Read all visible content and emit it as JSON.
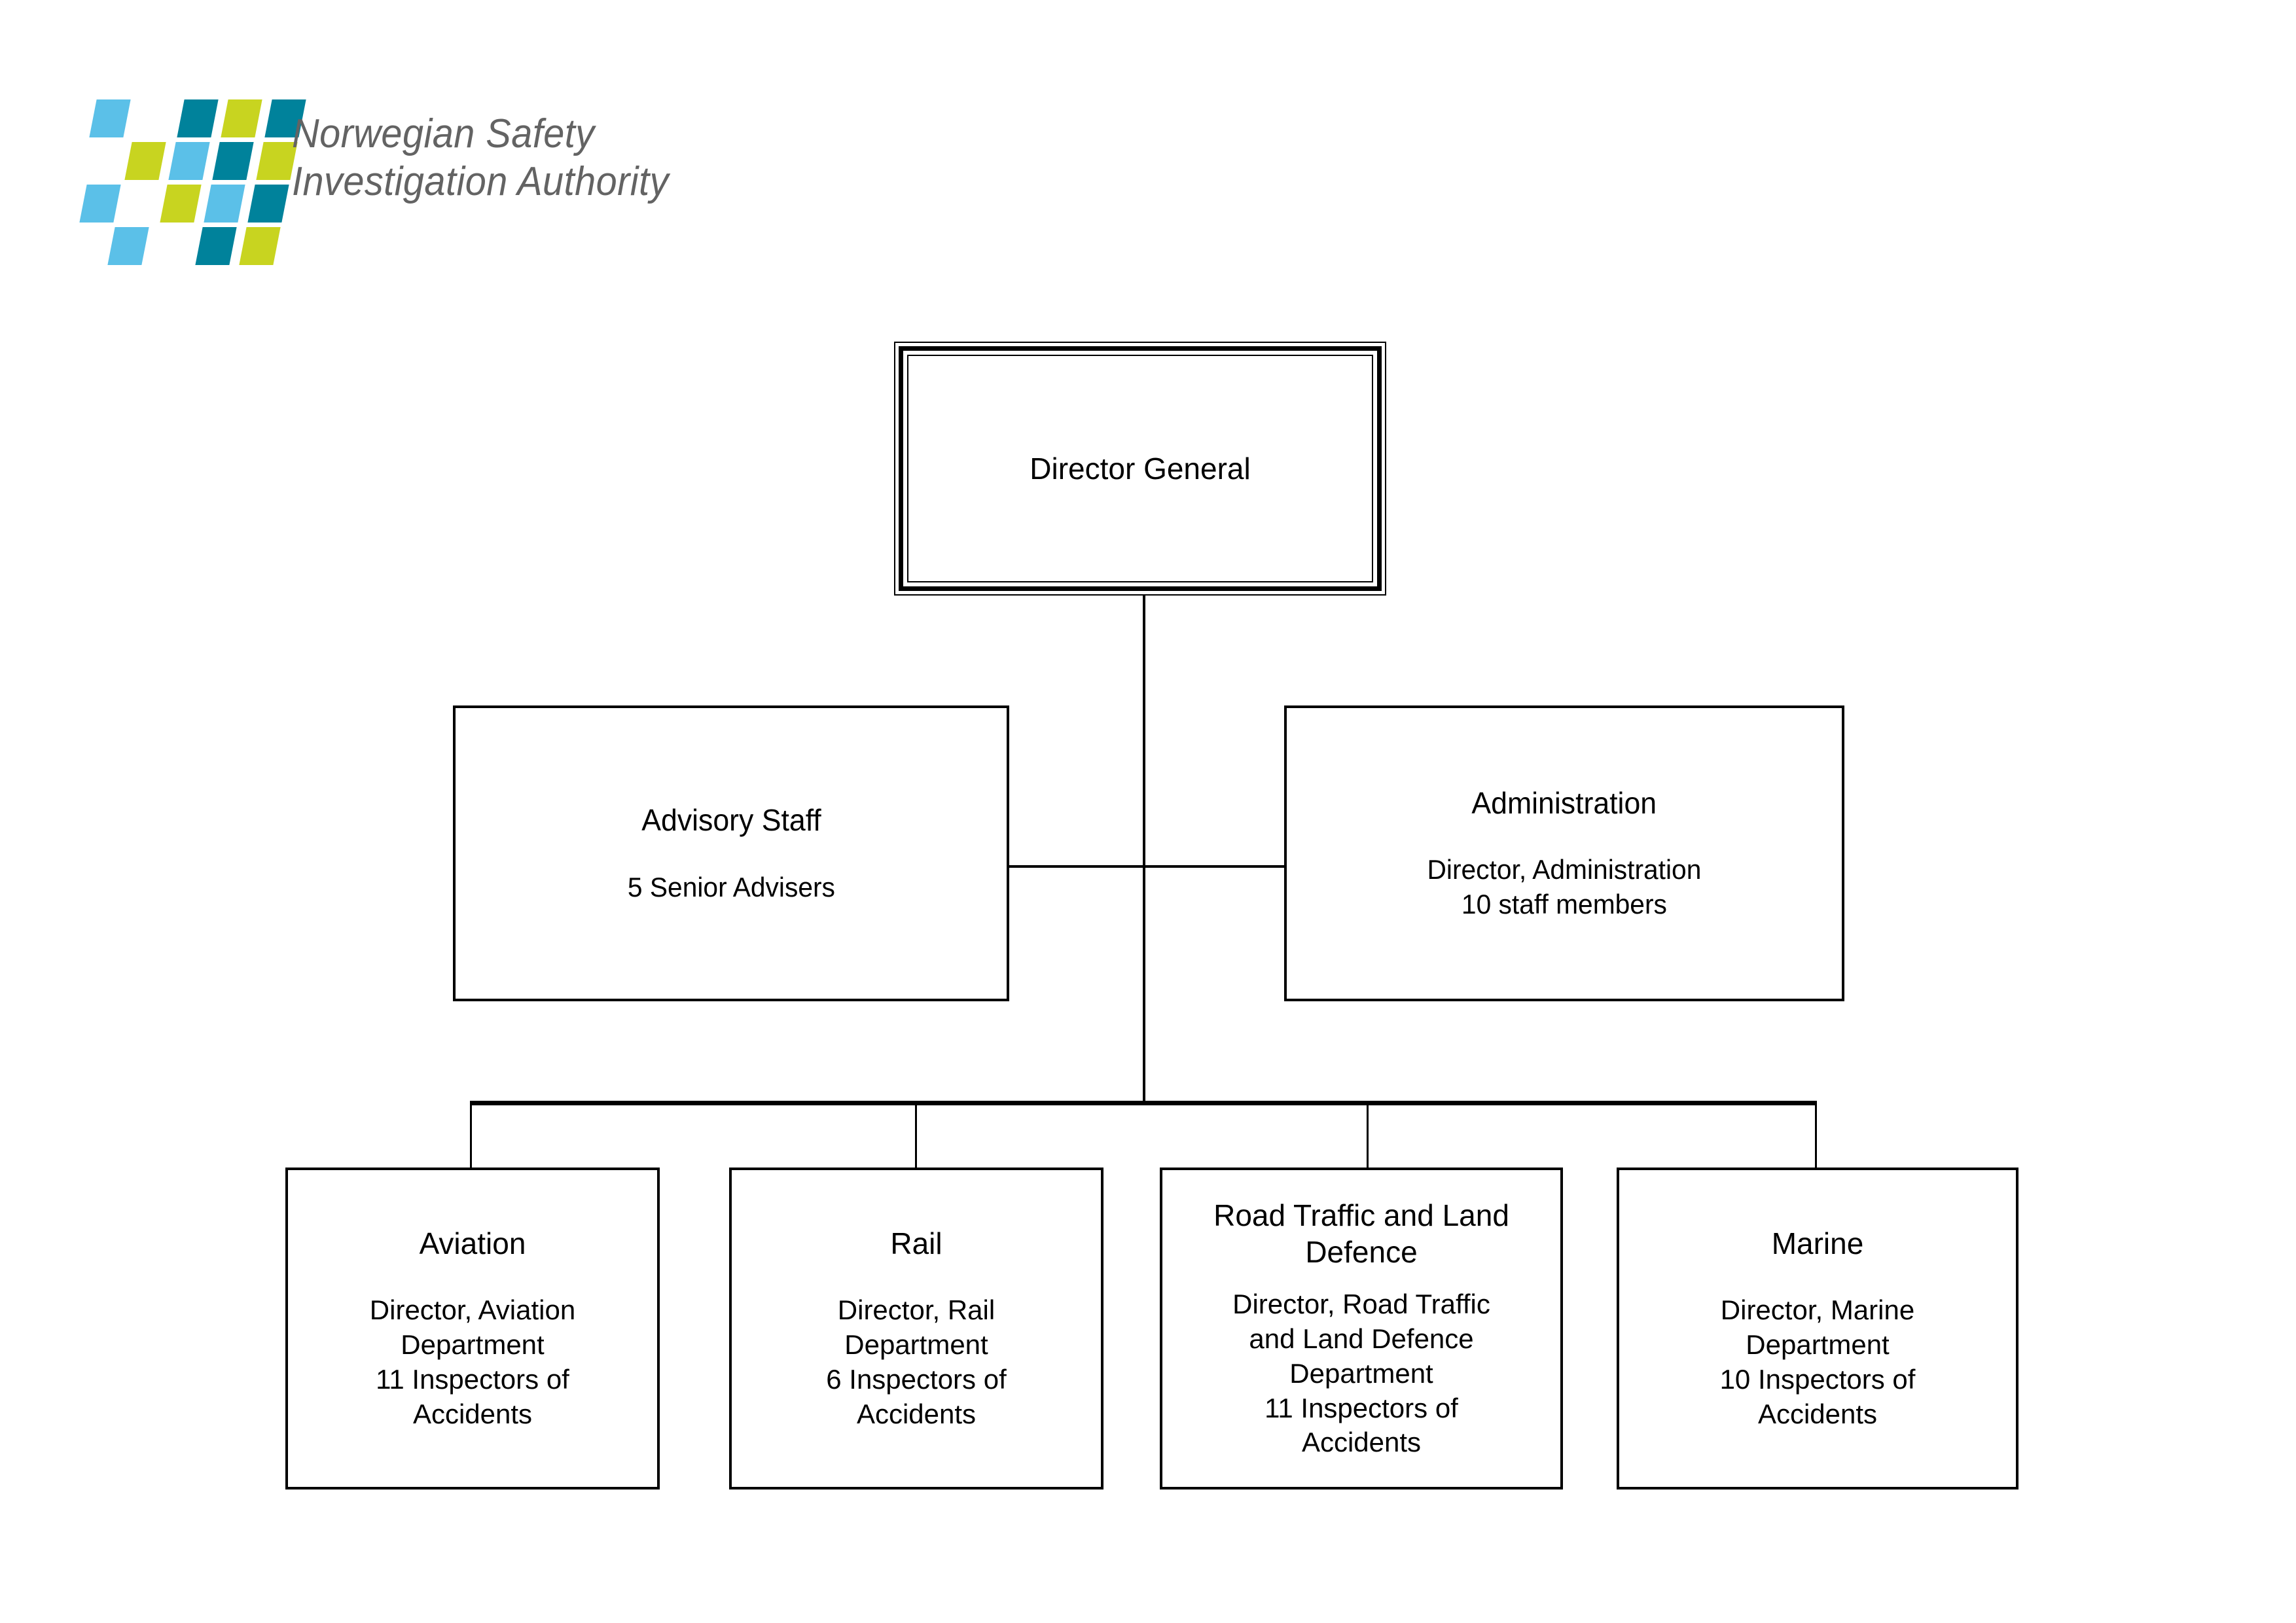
{
  "document": {
    "kind": "organisation-chart",
    "background_color": "#ffffff"
  },
  "logo": {
    "wordmark_line1": "Norwegian Safety",
    "wordmark_line2": "Investigation Authority",
    "wordmark_color": "#636363",
    "colors": {
      "light_blue": "#5BC0E8",
      "lime": "#C8D420",
      "teal": "#00829B"
    },
    "tiles": [
      {
        "row": 0,
        "col": 0,
        "color": "#5BC0E8"
      },
      {
        "row": 0,
        "col": 2,
        "color": "#00829B"
      },
      {
        "row": 0,
        "col": 3,
        "color": "#C8D420"
      },
      {
        "row": 0,
        "col": 4,
        "color": "#00829B"
      },
      {
        "row": 1,
        "col": 1,
        "color": "#C8D420"
      },
      {
        "row": 1,
        "col": 2,
        "color": "#5BC0E8"
      },
      {
        "row": 1,
        "col": 3,
        "color": "#00829B"
      },
      {
        "row": 1,
        "col": 4,
        "color": "#C8D420"
      },
      {
        "row": 2,
        "col": 0,
        "color": "#5BC0E8"
      },
      {
        "row": 2,
        "col": 2,
        "color": "#C8D420"
      },
      {
        "row": 2,
        "col": 3,
        "color": "#5BC0E8"
      },
      {
        "row": 2,
        "col": 4,
        "color": "#00829B"
      },
      {
        "row": 3,
        "col": 1,
        "color": "#5BC0E8"
      },
      {
        "row": 3,
        "col": 3,
        "color": "#00829B"
      },
      {
        "row": 3,
        "col": 4,
        "color": "#C8D420"
      }
    ]
  },
  "chart_data": {
    "type": "org-chart",
    "title": "",
    "root": {
      "id": "director-general",
      "title": "Director General",
      "body": ""
    },
    "staff_nodes": [
      {
        "id": "advisory-staff",
        "title": "Advisory Staff",
        "body": "5 Senior Advisers",
        "attach": "left"
      },
      {
        "id": "administration",
        "title": "Administration",
        "body": "Director, Administration\n10 staff members",
        "attach": "right"
      }
    ],
    "departments": [
      {
        "id": "aviation",
        "title": "Aviation",
        "body": "Director, Aviation\nDepartment\n11 Inspectors of\nAccidents",
        "director": "Director, Aviation Department",
        "inspectors": 11
      },
      {
        "id": "rail",
        "title": "Rail",
        "body": "Director, Rail\nDepartment\n6 Inspectors of\nAccidents",
        "director": "Director, Rail Department",
        "inspectors": 6
      },
      {
        "id": "road-traffic-and-land-defence",
        "title": "Road Traffic and Land\nDefence",
        "body": "Director, Road Traffic\nand Land Defence\nDepartment\n11 Inspectors of\nAccidents",
        "director": "Director, Road Traffic and Land Defence Department",
        "inspectors": 11
      },
      {
        "id": "marine",
        "title": "Marine",
        "body": "Director, Marine\nDepartment\n10 Inspectors of\nAccidents",
        "director": "Director, Marine Department",
        "inspectors": 10
      }
    ],
    "connector_color": "#000000"
  }
}
